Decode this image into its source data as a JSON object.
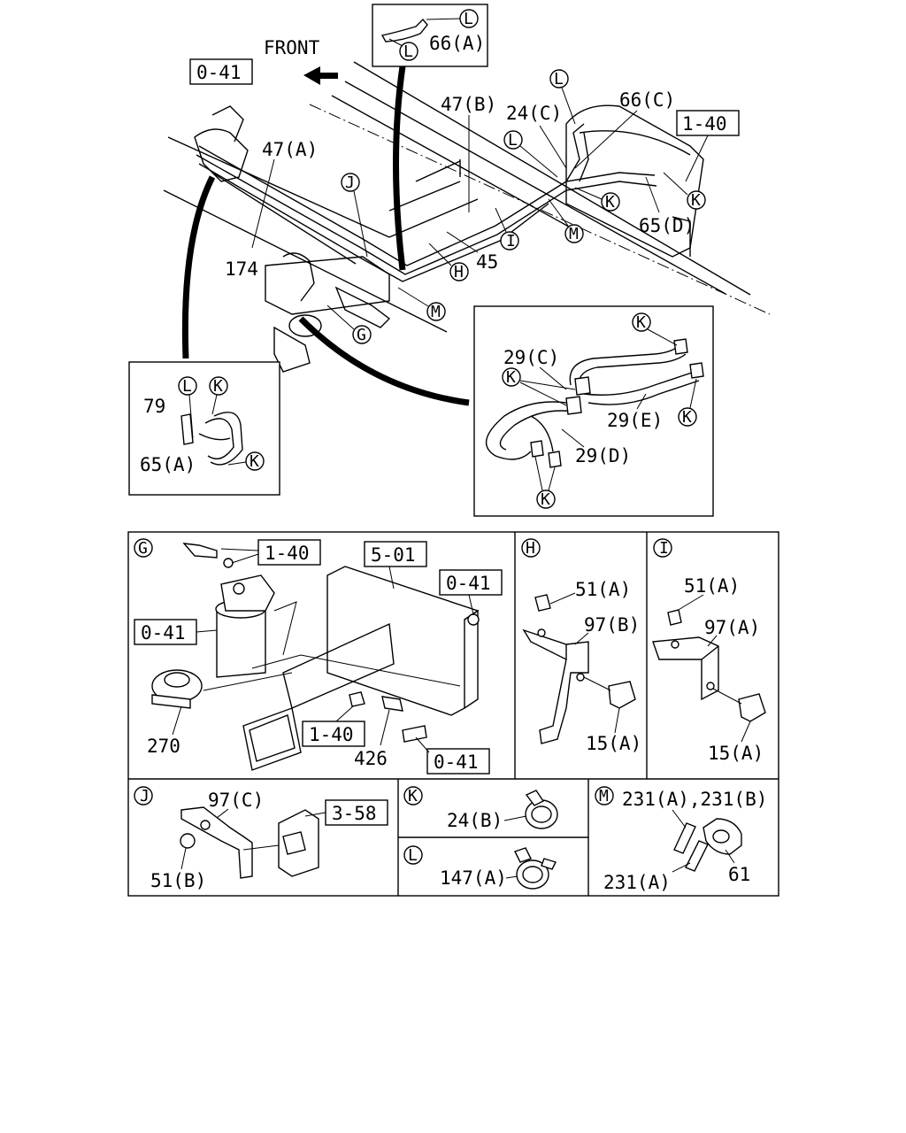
{
  "labels": {
    "front": "FRONT",
    "ref_041": "0-41",
    "ref_140": "1-40",
    "ref_501": "5-01",
    "ref_358": "3-58",
    "p47a": "47(A)",
    "p47b": "47(B)",
    "p24c": "24(C)",
    "p66c": "66(C)",
    "p66a": "66(A)",
    "p174": "174",
    "p45": "45",
    "p65d": "65(D)",
    "p65a": "65(A)",
    "p79": "79",
    "p29c": "29(C)",
    "p29e": "29(E)",
    "p29d": "29(D)",
    "p270": "270",
    "p426": "426",
    "p51a": "51(A)",
    "p97b": "97(B)",
    "p97a": "97(A)",
    "p15a": "15(A)",
    "p97c": "97(C)",
    "p51b": "51(B)",
    "p24b": "24(B)",
    "p147a": "147(A)",
    "p231ab": "231(A),231(B)",
    "p231a": "231(A)",
    "p61": "61"
  },
  "markers": {
    "G": "G",
    "H": "H",
    "I": "I",
    "J": "J",
    "K": "K",
    "L": "L",
    "M": "M"
  }
}
